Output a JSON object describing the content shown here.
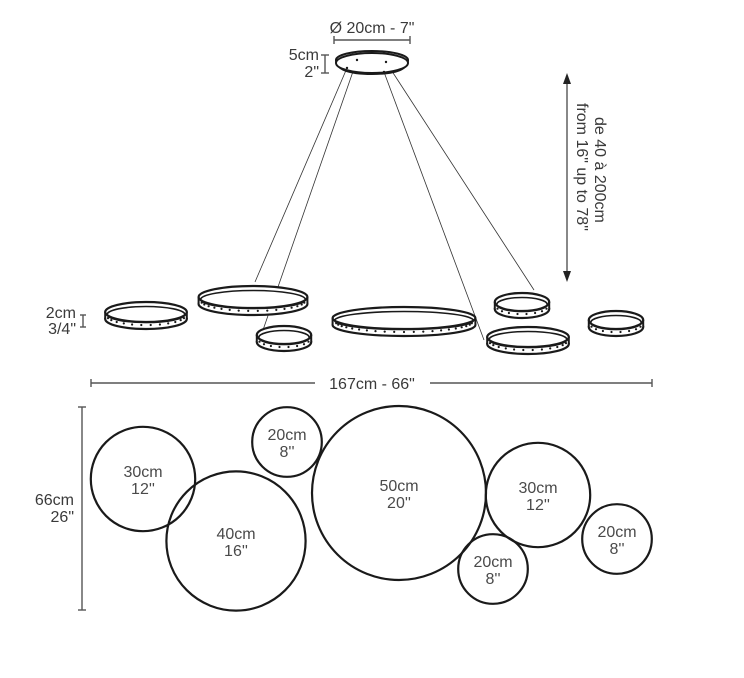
{
  "diagram": {
    "title": "Chandelier dimension drawing",
    "canopy": {
      "diameter_label": "Ø 20cm - 7\"",
      "height_label_cm": "5cm",
      "height_label_in": "2\""
    },
    "drop": {
      "label_fr": "de 40 à 200cm",
      "label_en": "from 16\" up to 78\""
    },
    "ring_thickness": {
      "label_cm": "2cm",
      "label_in": "3/4\""
    },
    "overall_width": {
      "label": "167cm - 66\""
    },
    "overall_depth": {
      "label_cm": "66cm",
      "label_in": "26\""
    },
    "side_view_rings": [
      {
        "id": "ring-30-left",
        "diameter_cm": 30
      },
      {
        "id": "ring-40",
        "diameter_cm": 40
      },
      {
        "id": "ring-20-top",
        "diameter_cm": 20
      },
      {
        "id": "ring-50",
        "diameter_cm": 50
      },
      {
        "id": "ring-30-right",
        "diameter_cm": 30
      },
      {
        "id": "ring-20-bottom",
        "diameter_cm": 20
      },
      {
        "id": "ring-20-right",
        "diameter_cm": 20
      }
    ],
    "plan_circles": [
      {
        "id": "circle-30-left",
        "label_cm": "30cm",
        "label_in": "12''",
        "diameter_cm": 30
      },
      {
        "id": "circle-20-top",
        "label_cm": "20cm",
        "label_in": "8''",
        "diameter_cm": 20
      },
      {
        "id": "circle-40",
        "label_cm": "40cm",
        "label_in": "16''",
        "diameter_cm": 40
      },
      {
        "id": "circle-50",
        "label_cm": "50cm",
        "label_in": "20''",
        "diameter_cm": 50
      },
      {
        "id": "circle-30-right",
        "label_cm": "30cm",
        "label_in": "12''",
        "diameter_cm": 30
      },
      {
        "id": "circle-20-bottom",
        "label_cm": "20cm",
        "label_in": "8''",
        "diameter_cm": 20
      },
      {
        "id": "circle-20-right",
        "label_cm": "20cm",
        "label_in": "8''",
        "diameter_cm": 20
      }
    ],
    "colors": {
      "line": "#1a1a1a",
      "text": "#3a3a3a",
      "background": "#ffffff"
    }
  }
}
